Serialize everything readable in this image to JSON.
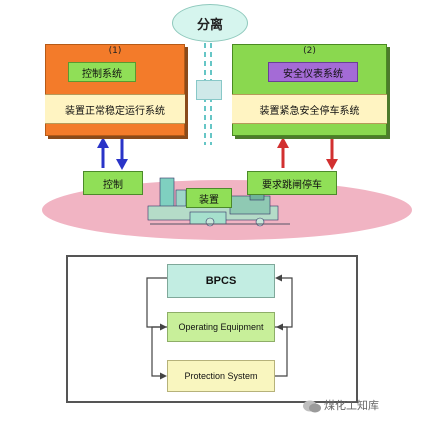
{
  "top": {
    "separation_label": "分离",
    "panel_left": {
      "number": "(1)",
      "control_system": "控制系统",
      "stable_operation": "装置正常稳定运行系统",
      "color_orange": "#f37b2a",
      "color_beige": "#fff4c2"
    },
    "panel_right": {
      "number": "(2)",
      "sis": "安全仪表系统",
      "emergency_shutdown": "装置紧急安全停车系统",
      "color_green": "#8ad84f",
      "color_purple": "#a46bd6"
    },
    "control_label": "控制",
    "equipment_label": "装置",
    "trip_request_label": "要求跳闸停车",
    "platform_color": "#f1b4c3"
  },
  "bottom": {
    "bpcs": "BPCS",
    "operating_equipment": "Operating Equipment",
    "protection_system": "Protection System"
  },
  "watermark": "煤化工知库"
}
